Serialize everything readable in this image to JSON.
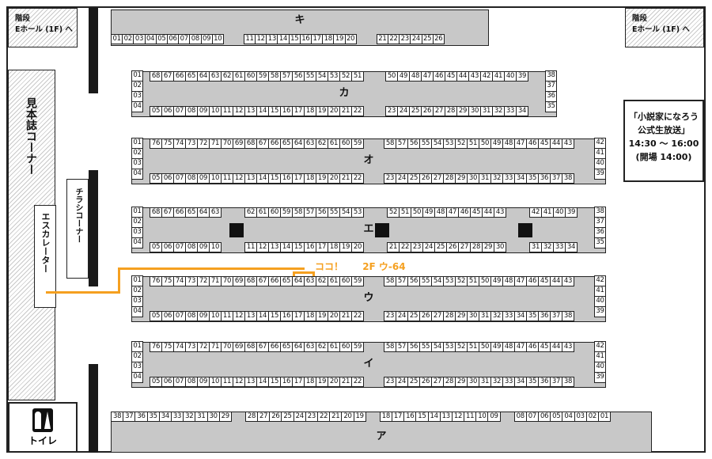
{
  "title": "",
  "stairs_left": {
    "line1": "階段",
    "line2": "Eホール (1F) へ"
  },
  "stairs_right": {
    "line1": "階段",
    "line2": "Eホール (1F) へ"
  },
  "sample_corner": "見本誌コーナー",
  "flyer_corner": "チラシコーナー",
  "escalator": "エスカレーター",
  "toilet": "トイレ",
  "callout": {
    "line1": "「小説家になろう",
    "line2": "公式生放送」",
    "line3": "14:30 〜 16:00",
    "line4": "(開場 14:00)"
  },
  "highlight": {
    "note": "ココ！",
    "label": "2F ウ-64",
    "seat": "64"
  },
  "rows": [
    {
      "name": "キ",
      "top": [
        "01",
        "02",
        "03",
        "04",
        "05",
        "06",
        "07",
        "08",
        "09",
        "10",
        "",
        "11",
        "12",
        "13",
        "14",
        "15",
        "16",
        "17",
        "18",
        "19",
        "20",
        "",
        "21",
        "22",
        "23",
        "24",
        "25",
        "26"
      ]
    },
    {
      "name": "カ",
      "ends_left": [
        "01",
        "02",
        "03",
        "04"
      ],
      "ends_right": [
        "38",
        "37",
        "36",
        "35"
      ],
      "top": [
        "68",
        "67",
        "66",
        "65",
        "64",
        "63",
        "62",
        "61",
        "60",
        "59",
        "58",
        "57",
        "56",
        "55",
        "54",
        "53",
        "52",
        "51",
        "",
        "50",
        "49",
        "48",
        "47",
        "46",
        "45",
        "44",
        "43",
        "42",
        "41",
        "40",
        "39"
      ],
      "bottom": [
        "05",
        "06",
        "07",
        "08",
        "09",
        "10",
        "11",
        "12",
        "13",
        "14",
        "15",
        "16",
        "17",
        "18",
        "19",
        "20",
        "21",
        "22",
        "",
        "23",
        "24",
        "25",
        "26",
        "27",
        "28",
        "29",
        "30",
        "31",
        "32",
        "33",
        "34"
      ]
    },
    {
      "name": "オ",
      "ends_left": [
        "01",
        "02",
        "03",
        "04"
      ],
      "ends_right": [
        "42",
        "41",
        "40",
        "39"
      ],
      "top": [
        "76",
        "75",
        "74",
        "73",
        "72",
        "71",
        "70",
        "69",
        "68",
        "67",
        "66",
        "65",
        "64",
        "63",
        "62",
        "61",
        "60",
        "59",
        "",
        "58",
        "57",
        "56",
        "55",
        "54",
        "53",
        "52",
        "51",
        "50",
        "49",
        "48",
        "47",
        "46",
        "45",
        "44",
        "43"
      ],
      "bottom": [
        "05",
        "06",
        "07",
        "08",
        "09",
        "10",
        "11",
        "12",
        "13",
        "14",
        "15",
        "16",
        "17",
        "18",
        "19",
        "20",
        "21",
        "22",
        "",
        "23",
        "24",
        "25",
        "26",
        "27",
        "28",
        "29",
        "30",
        "31",
        "32",
        "33",
        "34",
        "35",
        "36",
        "37",
        "38"
      ]
    },
    {
      "name": "エ",
      "ends_left": [
        "01",
        "02",
        "03",
        "04"
      ],
      "ends_right": [
        "38",
        "37",
        "36",
        "35"
      ],
      "top": [
        "68",
        "67",
        "66",
        "65",
        "64",
        "63",
        "",
        "62",
        "61",
        "60",
        "59",
        "58",
        "57",
        "56",
        "55",
        "54",
        "53",
        "",
        "52",
        "51",
        "50",
        "49",
        "48",
        "47",
        "46",
        "45",
        "44",
        "43",
        "",
        "42",
        "41",
        "40",
        "39"
      ],
      "bottom": [
        "05",
        "06",
        "07",
        "08",
        "09",
        "10",
        "",
        "11",
        "12",
        "13",
        "14",
        "15",
        "16",
        "17",
        "18",
        "19",
        "20",
        "",
        "21",
        "22",
        "23",
        "24",
        "25",
        "26",
        "27",
        "28",
        "29",
        "30",
        "",
        "31",
        "32",
        "33",
        "34"
      ]
    },
    {
      "name": "ウ",
      "ends_left": [
        "01",
        "02",
        "03",
        "04"
      ],
      "ends_right": [
        "42",
        "41",
        "40",
        "39"
      ],
      "top": [
        "76",
        "75",
        "74",
        "73",
        "72",
        "71",
        "70",
        "69",
        "68",
        "67",
        "66",
        "65",
        "64",
        "63",
        "62",
        "61",
        "60",
        "59",
        "",
        "58",
        "57",
        "56",
        "55",
        "54",
        "53",
        "52",
        "51",
        "50",
        "49",
        "48",
        "47",
        "46",
        "45",
        "44",
        "43"
      ],
      "bottom": [
        "05",
        "06",
        "07",
        "08",
        "09",
        "10",
        "11",
        "12",
        "13",
        "14",
        "15",
        "16",
        "17",
        "18",
        "19",
        "20",
        "21",
        "22",
        "",
        "23",
        "24",
        "25",
        "26",
        "27",
        "28",
        "29",
        "30",
        "31",
        "32",
        "33",
        "34",
        "35",
        "36",
        "37",
        "38"
      ]
    },
    {
      "name": "イ",
      "ends_left": [
        "01",
        "02",
        "03",
        "04"
      ],
      "ends_right": [
        "42",
        "41",
        "40",
        "39"
      ],
      "top": [
        "76",
        "75",
        "74",
        "73",
        "72",
        "71",
        "70",
        "69",
        "68",
        "67",
        "66",
        "65",
        "64",
        "63",
        "62",
        "61",
        "60",
        "59",
        "",
        "58",
        "57",
        "56",
        "55",
        "54",
        "53",
        "52",
        "51",
        "50",
        "49",
        "48",
        "47",
        "46",
        "45",
        "44",
        "43"
      ],
      "bottom": [
        "05",
        "06",
        "07",
        "08",
        "09",
        "10",
        "11",
        "12",
        "13",
        "14",
        "15",
        "16",
        "17",
        "18",
        "19",
        "20",
        "21",
        "22",
        "",
        "23",
        "24",
        "25",
        "26",
        "27",
        "28",
        "29",
        "30",
        "31",
        "32",
        "33",
        "34",
        "35",
        "36",
        "37",
        "38"
      ]
    },
    {
      "name": "ア",
      "top": [
        "38",
        "37",
        "36",
        "35",
        "34",
        "33",
        "32",
        "31",
        "30",
        "29",
        "",
        "28",
        "27",
        "26",
        "25",
        "24",
        "23",
        "22",
        "21",
        "20",
        "19",
        "",
        "18",
        "17",
        "16",
        "15",
        "14",
        "13",
        "12",
        "11",
        "10",
        "09",
        "",
        "08",
        "07",
        "06",
        "05",
        "04",
        "03",
        "02",
        "01"
      ]
    }
  ]
}
